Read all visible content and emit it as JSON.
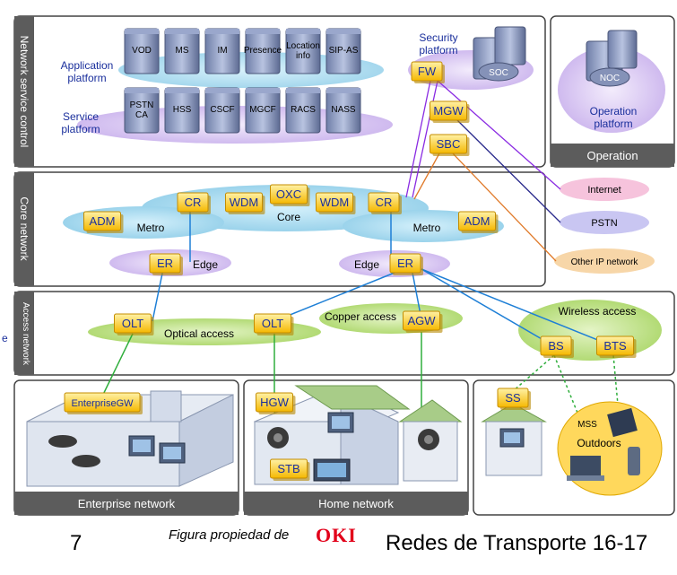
{
  "layers": {
    "service_control": "Network service control",
    "core": "Core network",
    "access": "Access network",
    "access_cut": "e"
  },
  "platforms": {
    "application": "Application platform",
    "service": "Service platform",
    "security": "Security platform",
    "operation_platform": "Operation platform",
    "operation_title": "Operation"
  },
  "app_servers": [
    "VOD",
    "MS",
    "IM",
    "Presence",
    "Location info",
    "SIP-AS"
  ],
  "svc_servers": [
    "PSTN CA",
    "HSS",
    "CSCF",
    "MGCF",
    "RACS",
    "NASS"
  ],
  "centers": {
    "soc": "SOC",
    "noc": "NOC"
  },
  "security_nodes": {
    "fw": "FW",
    "mgw": "MGW",
    "sbc": "SBC"
  },
  "core_nodes": {
    "cr_left": "CR",
    "wdm_left": "WDM",
    "oxc": "OXC",
    "wdm_right": "WDM",
    "cr_right": "CR",
    "adm_left": "ADM",
    "adm_right": "ADM",
    "er_left": "ER",
    "er_right": "ER"
  },
  "core_labels": {
    "core": "Core",
    "metro_left": "Metro",
    "metro_right": "Metro",
    "edge_left": "Edge",
    "edge_right": "Edge"
  },
  "external_networks": {
    "internet": "Internet",
    "pstn": "PSTN",
    "other_ip": "Other IP network"
  },
  "access_nodes": {
    "olt_left": "OLT",
    "olt_right": "OLT",
    "agw": "AGW",
    "bs": "BS",
    "bts": "BTS"
  },
  "access_labels": {
    "optical": "Optical access",
    "copper": "Copper access",
    "wireless": "Wireless access"
  },
  "user_nodes": {
    "enterprise_gw": "EnterpriseGW",
    "hgw": "HGW",
    "stb": "STB",
    "ss": "SS",
    "mss": "MSS"
  },
  "user_labels": {
    "enterprise": "Enterprise network",
    "home": "Home network",
    "outdoors": "Outdoors"
  },
  "footer": {
    "page": "7",
    "credit": "Figura propiedad de",
    "brand": "OKI",
    "course": "Redes de Transporte 16-17"
  },
  "colors": {
    "node_fill": "#ffd21f",
    "node_text": "#1a2f9c",
    "cloud_blue": "#9fd6ec",
    "cloud_purple": "#d8c4ef",
    "cloud_green": "#b8de7c",
    "link_blue": "#1e7fd6",
    "link_green": "#2fae3c",
    "link_purple": "#8a2be2",
    "link_orange": "#e07a2a",
    "link_navy": "#2a2a8c",
    "op_bar": "#5c5c5c"
  }
}
